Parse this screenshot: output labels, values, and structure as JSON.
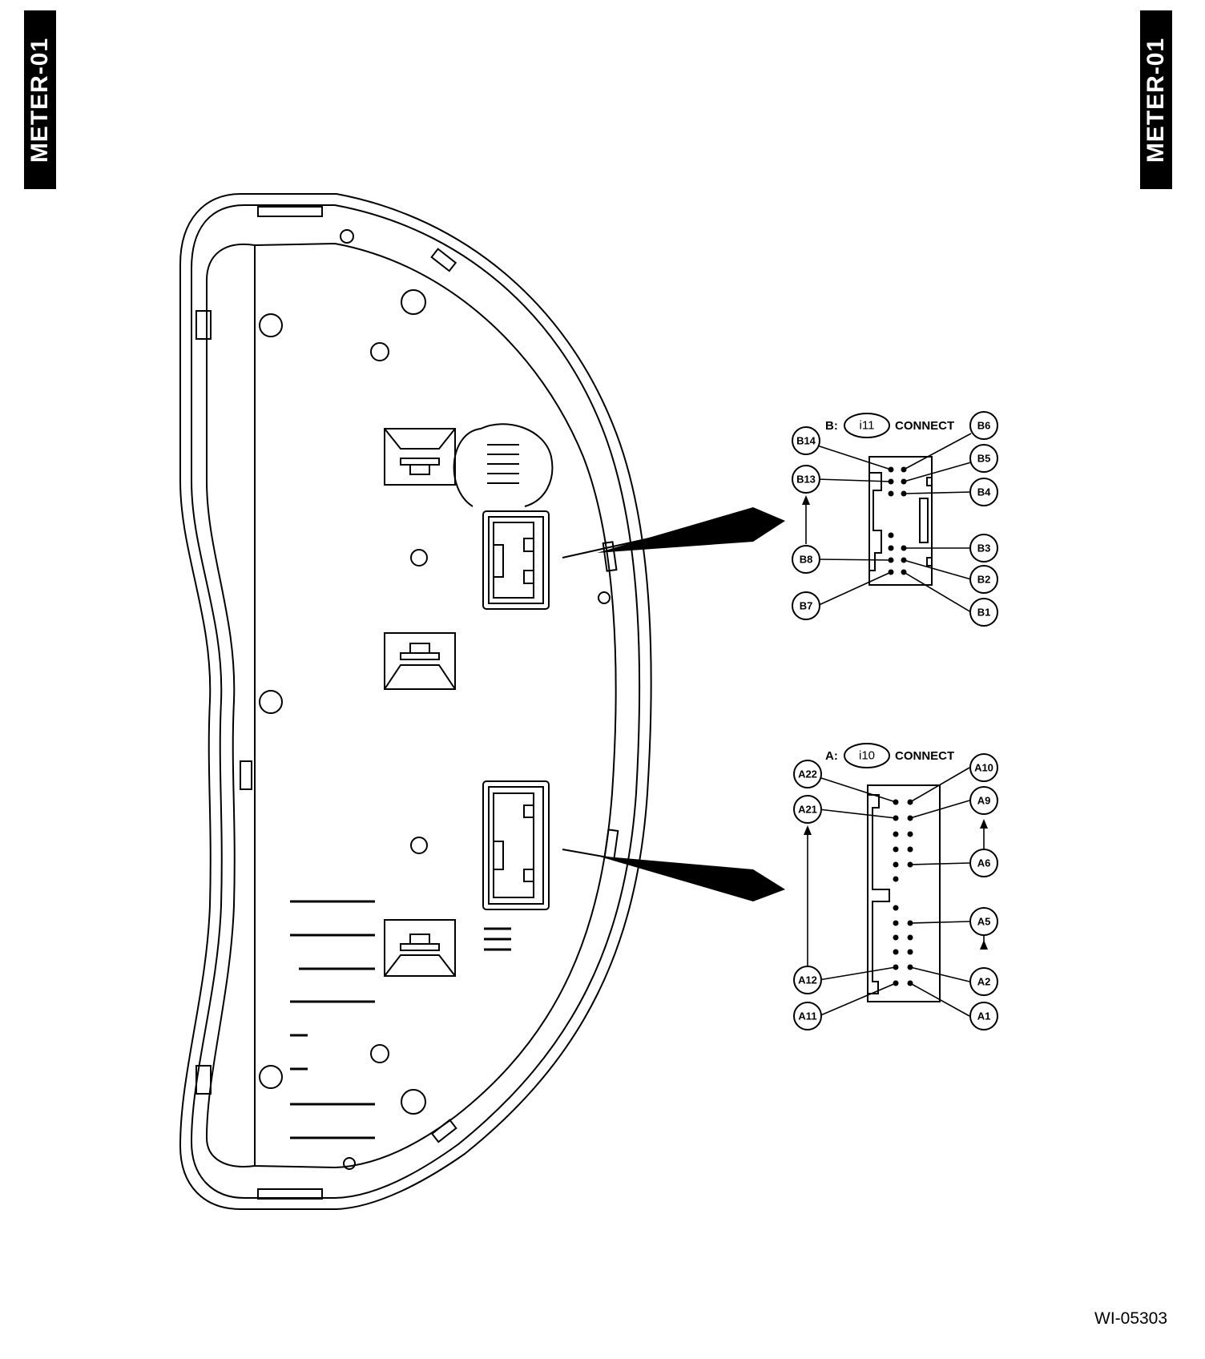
{
  "side_tabs": {
    "left": "METER-01",
    "right": "METER-01"
  },
  "figure_id": "WI-05303",
  "connector_b": {
    "prefix": "B:",
    "code": "i11",
    "connect_label": "CONNECT",
    "pins": {
      "b14": "B14",
      "b13": "B13",
      "b8": "B8",
      "b7": "B7",
      "b6": "B6",
      "b5": "B5",
      "b4": "B4",
      "b3": "B3",
      "b2": "B2",
      "b1": "B1"
    }
  },
  "connector_a": {
    "prefix": "A:",
    "code": "i10",
    "connect_label": "CONNECT",
    "pins": {
      "a22": "A22",
      "a21": "A21",
      "a12": "A12",
      "a11": "A11",
      "a10": "A10",
      "a9": "A9",
      "a6": "A6",
      "a5": "A5",
      "a2": "A2",
      "a1": "A1"
    }
  }
}
